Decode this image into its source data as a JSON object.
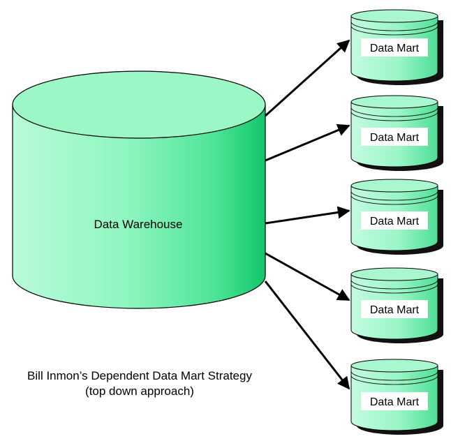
{
  "warehouse": {
    "label": "Data Warehouse"
  },
  "data_marts": [
    {
      "label": "Data Mart"
    },
    {
      "label": "Data Mart"
    },
    {
      "label": "Data Mart"
    },
    {
      "label": "Data Mart"
    },
    {
      "label": "Data Mart"
    }
  ],
  "caption": {
    "line1": "Bill Inmon’s Dependent Data Mart Strategy",
    "line2": "(top down approach)"
  },
  "colors": {
    "warehouse_fill_light": "#b8fbd8",
    "warehouse_fill_mid": "#7ef2b5",
    "warehouse_fill_dark": "#12c66a",
    "cylinder_top": "#9cf7c7",
    "shadow": "#111111",
    "outline": "#000000"
  }
}
